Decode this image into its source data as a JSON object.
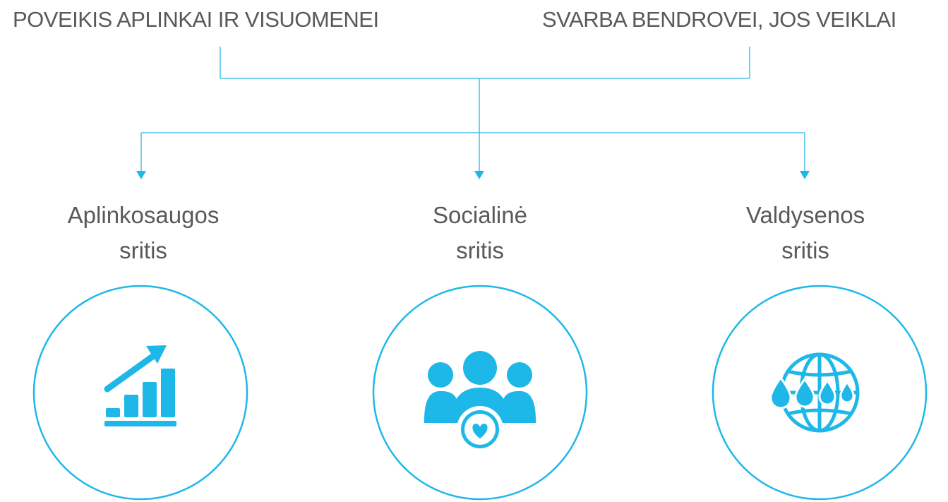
{
  "header": {
    "left_label": "POVEIKIS APLINKAI IR VISUOMENEI",
    "right_label": "SVARBA BENDROVEI, JOS VEIKLAI"
  },
  "areas": [
    {
      "title_line1": "Aplinkosaugos",
      "title_line2": "sritis",
      "icon": "growth-chart-icon"
    },
    {
      "title_line1": "Socialinė",
      "title_line2": "sritis",
      "icon": "people-heart-icon"
    },
    {
      "title_line1": "Valdysenos",
      "title_line2": "sritis",
      "icon": "globe-water-drops-icon"
    }
  ],
  "colors": {
    "accent": "#1EB8E8",
    "line": "#29B6E6",
    "text": "#595959"
  }
}
